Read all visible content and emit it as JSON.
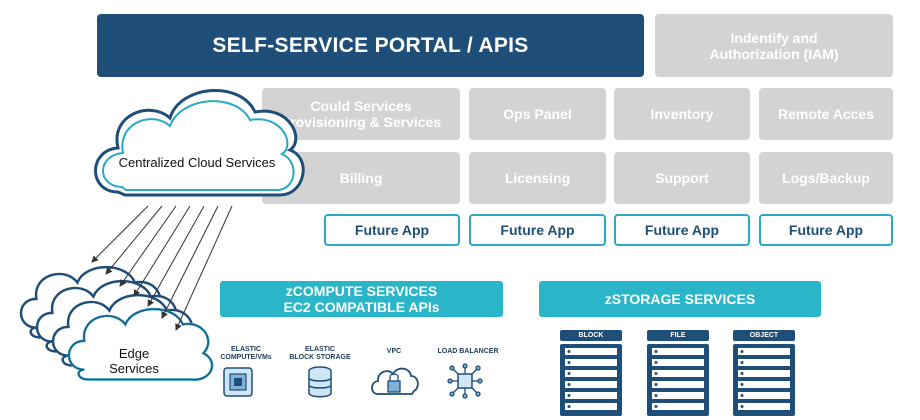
{
  "portal": {
    "title": "SELF-SERVICE PORTAL / APIS"
  },
  "iam": {
    "label_line1": "Indentify and",
    "label_line2": "Authorization (IAM)"
  },
  "grid": {
    "row1": [
      {
        "line1": "Could Services",
        "line2": "Provisioning & Services"
      },
      {
        "line1": "Ops Panel",
        "line2": ""
      },
      {
        "line1": "Inventory",
        "line2": ""
      },
      {
        "line1": "Remote Acces",
        "line2": ""
      }
    ],
    "row2": [
      {
        "line1": "Billing"
      },
      {
        "line1": "Licensing"
      },
      {
        "line1": "Support"
      },
      {
        "line1": "Logs/Backup"
      }
    ],
    "row3": [
      {
        "line1": "Future App"
      },
      {
        "line1": "Future App"
      },
      {
        "line1": "Future App"
      },
      {
        "line1": "Future App"
      }
    ]
  },
  "cloud": {
    "central": "Centralized Cloud Services",
    "edge_line1": "Edge",
    "edge_line2": "Services"
  },
  "zcompute": {
    "line1": "zCOMPUTE SERVICES",
    "line2": "EC2 COMPATIBLE APIs",
    "items": [
      {
        "line1": "ELASTIC",
        "line2": "COMPUTE/VMs",
        "icon": "chip-icon"
      },
      {
        "line1": "ELASTIC",
        "line2": "BLOCK STORAGE",
        "icon": "database-icon"
      },
      {
        "line1": "VPC",
        "line2": "",
        "icon": "cloud-lock-icon"
      },
      {
        "line1": "LOAD BALANCER",
        "line2": "",
        "icon": "network-icon"
      }
    ]
  },
  "zstorage": {
    "label": "zSTORAGE SERVICES",
    "racks": [
      {
        "label": "BLOCK"
      },
      {
        "label": "FILE"
      },
      {
        "label": "OBJECT"
      }
    ]
  },
  "colors": {
    "navy": "#1f4e79",
    "teal": "#2bb5c9",
    "gray": "#d3d3d3",
    "cloud_outline": "#1f4e79"
  }
}
